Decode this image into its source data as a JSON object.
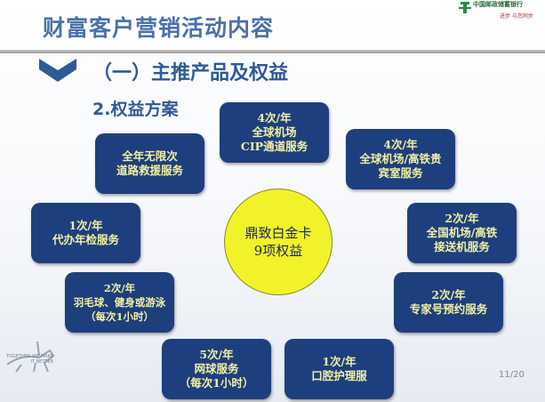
{
  "title": "财富客户营销活动内容",
  "section": "（一）主推产品及权益",
  "subsection": "2.权益方案",
  "center": {
    "line1": "鼎致白金卡",
    "line2": "9项权益"
  },
  "benefits": [
    {
      "freq": "4次/年",
      "l1": "全球机场",
      "l2": "CIP通道服务"
    },
    {
      "freq": "4次/年",
      "l1": "全球机场/高铁贵",
      "l2": "宾室服务"
    },
    {
      "freq": "2次/年",
      "l1": "全国机场/高铁",
      "l2": "接送机服务"
    },
    {
      "freq": "2次/年",
      "l1": "专家号预约服务",
      "l2": ""
    },
    {
      "freq": "1次/年",
      "l1": "口腔护理服",
      "l2": ""
    },
    {
      "freq": "5次/年",
      "l1": "网球服务",
      "l2": "（每次1小时）"
    },
    {
      "freq": "2次/年",
      "l1": "羽毛球、健身或游泳",
      "l2": "（每次1小时）"
    },
    {
      "freq": "1次/年",
      "l1": "代办年检服务",
      "l2": ""
    },
    {
      "freq": "全年无限次",
      "l1": "道路救援服务",
      "l2": ""
    }
  ],
  "logo": {
    "name": "中国邮政储蓄银行",
    "slogan": "进步 与您同步"
  },
  "motto": "TOGETHER WE MAKE IT BETTER",
  "page_number": "11/20",
  "colors": {
    "title": "#4a72a8",
    "box": "#1e3f7d",
    "box_text": "#f2f0a2",
    "circle": "#f2f22a"
  }
}
